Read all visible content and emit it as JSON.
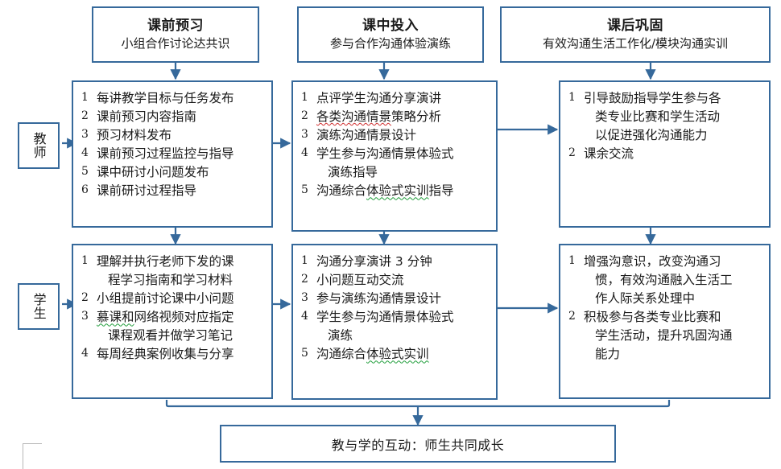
{
  "diagram": {
    "accent_color": "#36699b",
    "background": "#ffffff",
    "columns": [
      {
        "id": "pre-class",
        "title": "课前预习",
        "subtitle": "小组合作讨论达共识"
      },
      {
        "id": "in-class",
        "title": "课中投入",
        "subtitle": "参与合作沟通体验演练"
      },
      {
        "id": "post-class",
        "title": "课后巩固",
        "subtitle": "有效沟通生活工作化/模块沟通实训"
      }
    ],
    "roles": [
      {
        "id": "teacher",
        "label": "教师"
      },
      {
        "id": "student",
        "label": "学生"
      }
    ],
    "teacher_row": [
      {
        "id": "teacher-pre-class",
        "items": [
          {
            "num": "1",
            "lines": [
              {
                "text": "每讲教学目标与任务发布"
              }
            ]
          },
          {
            "num": "2",
            "lines": [
              {
                "text": "课前预习内容指南"
              }
            ]
          },
          {
            "num": "3",
            "lines": [
              {
                "text": "预习材料发布"
              }
            ]
          },
          {
            "num": "4",
            "lines": [
              {
                "text": "课前预习过程监控与指导"
              }
            ]
          },
          {
            "num": "5",
            "lines": [
              {
                "text": "课中研讨小问题发布"
              }
            ]
          },
          {
            "num": "6",
            "lines": [
              {
                "text": "课前研讨过程指导"
              }
            ]
          }
        ]
      },
      {
        "id": "teacher-in-class",
        "items": [
          {
            "num": "1",
            "lines": [
              {
                "text": "点评学生沟通分享演讲"
              }
            ]
          },
          {
            "num": "2",
            "lines": [
              {
                "text": "各类沟通情景",
                "mark": "red"
              },
              {
                "text": "策略分析"
              }
            ]
          },
          {
            "num": "3",
            "lines": [
              {
                "text": "演练沟通情景设计"
              }
            ]
          },
          {
            "num": "4",
            "lines": [
              {
                "text": "学生参与沟通情景体验式"
              }
            ]
          },
          {
            "num": "",
            "lines": [
              {
                "text": "演练指导"
              }
            ],
            "cont": true
          },
          {
            "num": "5",
            "lines": [
              {
                "text": "沟通综合"
              },
              {
                "text": "体验式实训",
                "mark": "green"
              },
              {
                "text": "指导"
              }
            ]
          }
        ]
      },
      {
        "id": "teacher-post-class",
        "items": [
          {
            "num": "1",
            "lines": [
              {
                "text": "引导鼓励指导学生参与各"
              }
            ]
          },
          {
            "num": "",
            "lines": [
              {
                "text": "类专业比赛和学生活动"
              }
            ],
            "cont": true
          },
          {
            "num": "",
            "lines": [
              {
                "text": "以促进强化沟通能力"
              }
            ],
            "cont": true
          },
          {
            "num": "2",
            "lines": [
              {
                "text": "课余交流"
              }
            ]
          }
        ]
      }
    ],
    "student_row": [
      {
        "id": "student-pre-class",
        "items": [
          {
            "num": "1",
            "lines": [
              {
                "text": "理解并执行老师下发的课"
              }
            ]
          },
          {
            "num": "",
            "lines": [
              {
                "text": "程学习指南和学习材料"
              }
            ],
            "cont": true
          },
          {
            "num": "2",
            "lines": [
              {
                "text": "小组提前讨论课中小问题"
              }
            ]
          },
          {
            "num": "3",
            "lines": [
              {
                "text": "慕课和",
                "mark": "green"
              },
              {
                "text": "网络视频对应指定"
              }
            ]
          },
          {
            "num": "",
            "lines": [
              {
                "text": "课程观看并做学习笔记"
              }
            ],
            "cont": true
          },
          {
            "num": "4",
            "lines": [
              {
                "text": "每周经典案例收集与分享"
              }
            ]
          }
        ]
      },
      {
        "id": "student-in-class",
        "items": [
          {
            "num": "1",
            "lines": [
              {
                "text": "沟通分享演讲 3 分钟"
              }
            ]
          },
          {
            "num": "2",
            "lines": [
              {
                "text": "小问题互动交流"
              }
            ]
          },
          {
            "num": "3",
            "lines": [
              {
                "text": "参与演练沟通情景设计"
              }
            ]
          },
          {
            "num": "4",
            "lines": [
              {
                "text": "学生参与沟通情景体验式"
              }
            ]
          },
          {
            "num": "",
            "lines": [
              {
                "text": "演练"
              }
            ],
            "cont": true
          },
          {
            "num": "5",
            "lines": [
              {
                "text": "沟通综合"
              },
              {
                "text": "体验式实训",
                "mark": "green"
              }
            ]
          }
        ]
      },
      {
        "id": "student-post-class",
        "items": [
          {
            "num": "1",
            "lines": [
              {
                "text": "增强沟意识，改变沟通习"
              }
            ]
          },
          {
            "num": "",
            "lines": [
              {
                "text": "惯，有效沟通融入生活工"
              }
            ],
            "cont": true
          },
          {
            "num": "",
            "lines": [
              {
                "text": "作人际关系处理中"
              }
            ],
            "cont": true
          },
          {
            "num": "2",
            "lines": [
              {
                "text": "积极参与各类专业比赛和"
              }
            ]
          },
          {
            "num": "",
            "lines": [
              {
                "text": "学生活动，提升巩固沟通"
              }
            ],
            "cont": true
          },
          {
            "num": "",
            "lines": [
              {
                "text": "能力"
              }
            ],
            "cont": true
          }
        ]
      }
    ],
    "summary": {
      "id": "summary-bar",
      "text": "教与学的互动：师生共同成长"
    }
  }
}
